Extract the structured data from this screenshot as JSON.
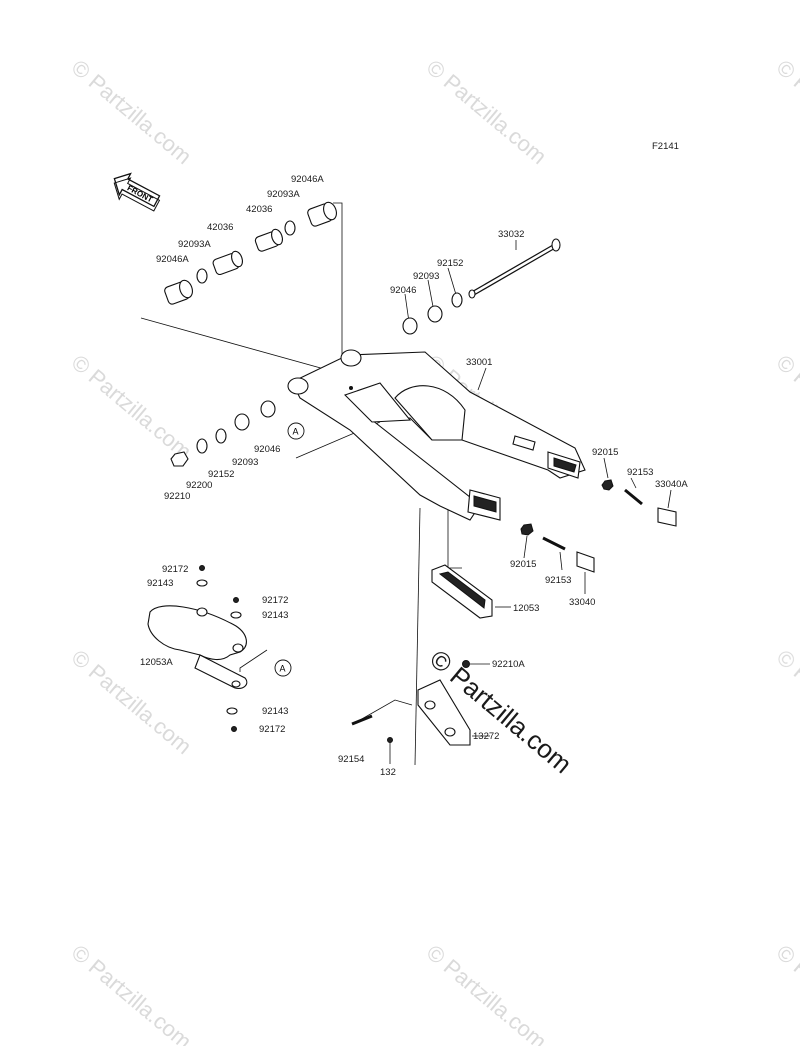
{
  "figure_code": "F2141",
  "front_label": "FRONT",
  "watermark_text": "© Partzilla.com",
  "callout_letter": "A",
  "parts": {
    "swingarm": "33001",
    "pivot_shaft": "33032",
    "sleeve_left": "42036",
    "sleeve_right": "42036",
    "bearing_left": "92046A",
    "bearing_right": "92046A",
    "seal_left": "92093A",
    "seal_right": "92093A",
    "washer_92046_top": "92046",
    "washer_92093_top": "92093",
    "washer_92152_top": "92152",
    "washer_92046_left": "92046",
    "washer_92093_left": "92093",
    "washer_92152_left": "92152",
    "collar_92200": "92200",
    "nut_92210": "92210",
    "nut_92015_right": "92015",
    "nut_92015_lower": "92015",
    "bolt_92153_right": "92153",
    "bolt_92153_lower": "92153",
    "adjuster_33040A": "33040A",
    "adjuster_33040": "33040",
    "slipper_12053": "12053",
    "guard_12053A": "12053A",
    "screw_92172_a": "92172",
    "screw_92172_b": "92172",
    "screw_92172_c": "92172",
    "washer_92143_a": "92143",
    "washer_92143_b": "92143",
    "washer_92143_c": "92143",
    "nut_92210A": "92210A",
    "guide_13272": "13272",
    "bolt_92154": "92154",
    "bolt_132": "132"
  }
}
